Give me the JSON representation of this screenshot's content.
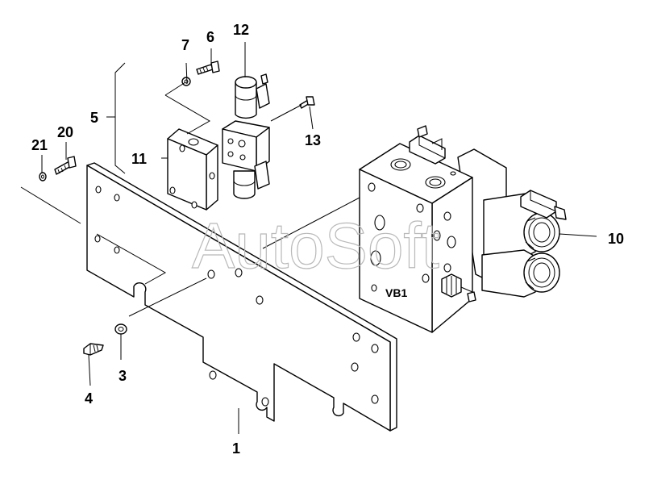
{
  "watermark": "AutoSoft",
  "block_label": "VB1",
  "callouts": [
    "1",
    "3",
    "4",
    "5",
    "6",
    "7",
    "10",
    "11",
    "12",
    "13",
    "20",
    "21"
  ]
}
